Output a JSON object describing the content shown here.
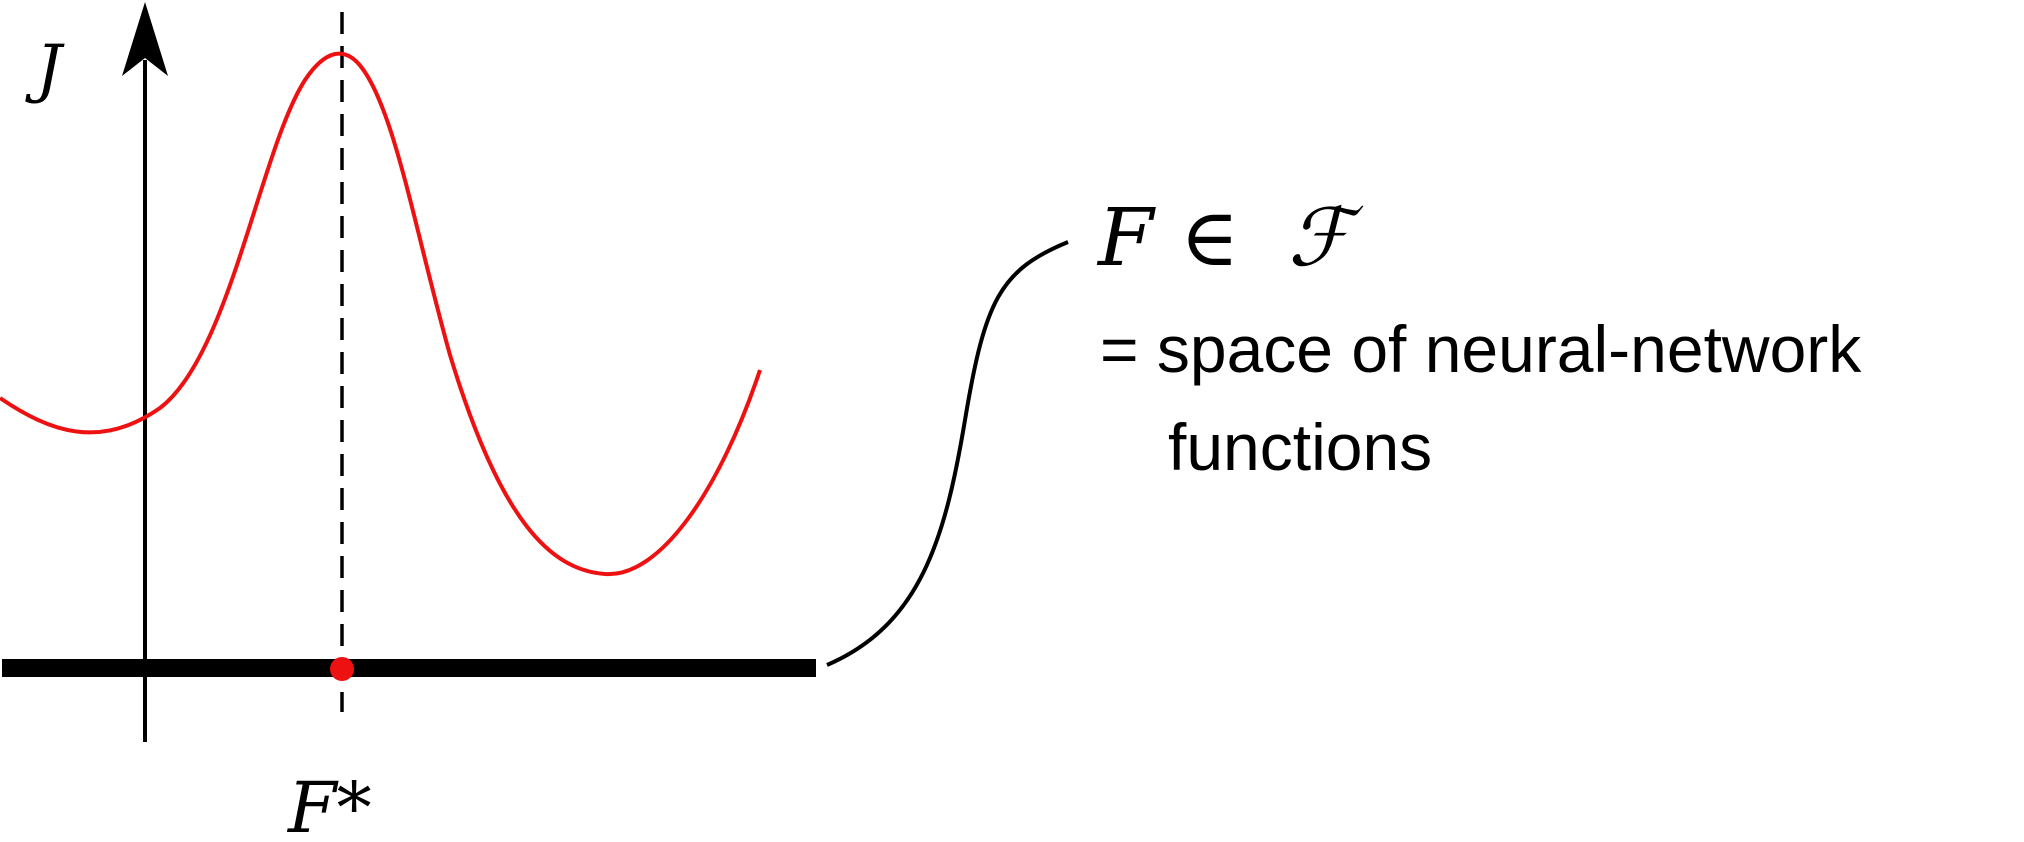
{
  "axis_label_y": "J",
  "optimum_label": "F*",
  "set_label": {
    "element": "F",
    "relation": "∈",
    "space": "ℱ"
  },
  "description": {
    "line1": "= space of neural-network",
    "line2": "functions"
  },
  "colors": {
    "curve": "#ee1111",
    "optimum_point": "#ee1111",
    "lines": "#000000"
  }
}
